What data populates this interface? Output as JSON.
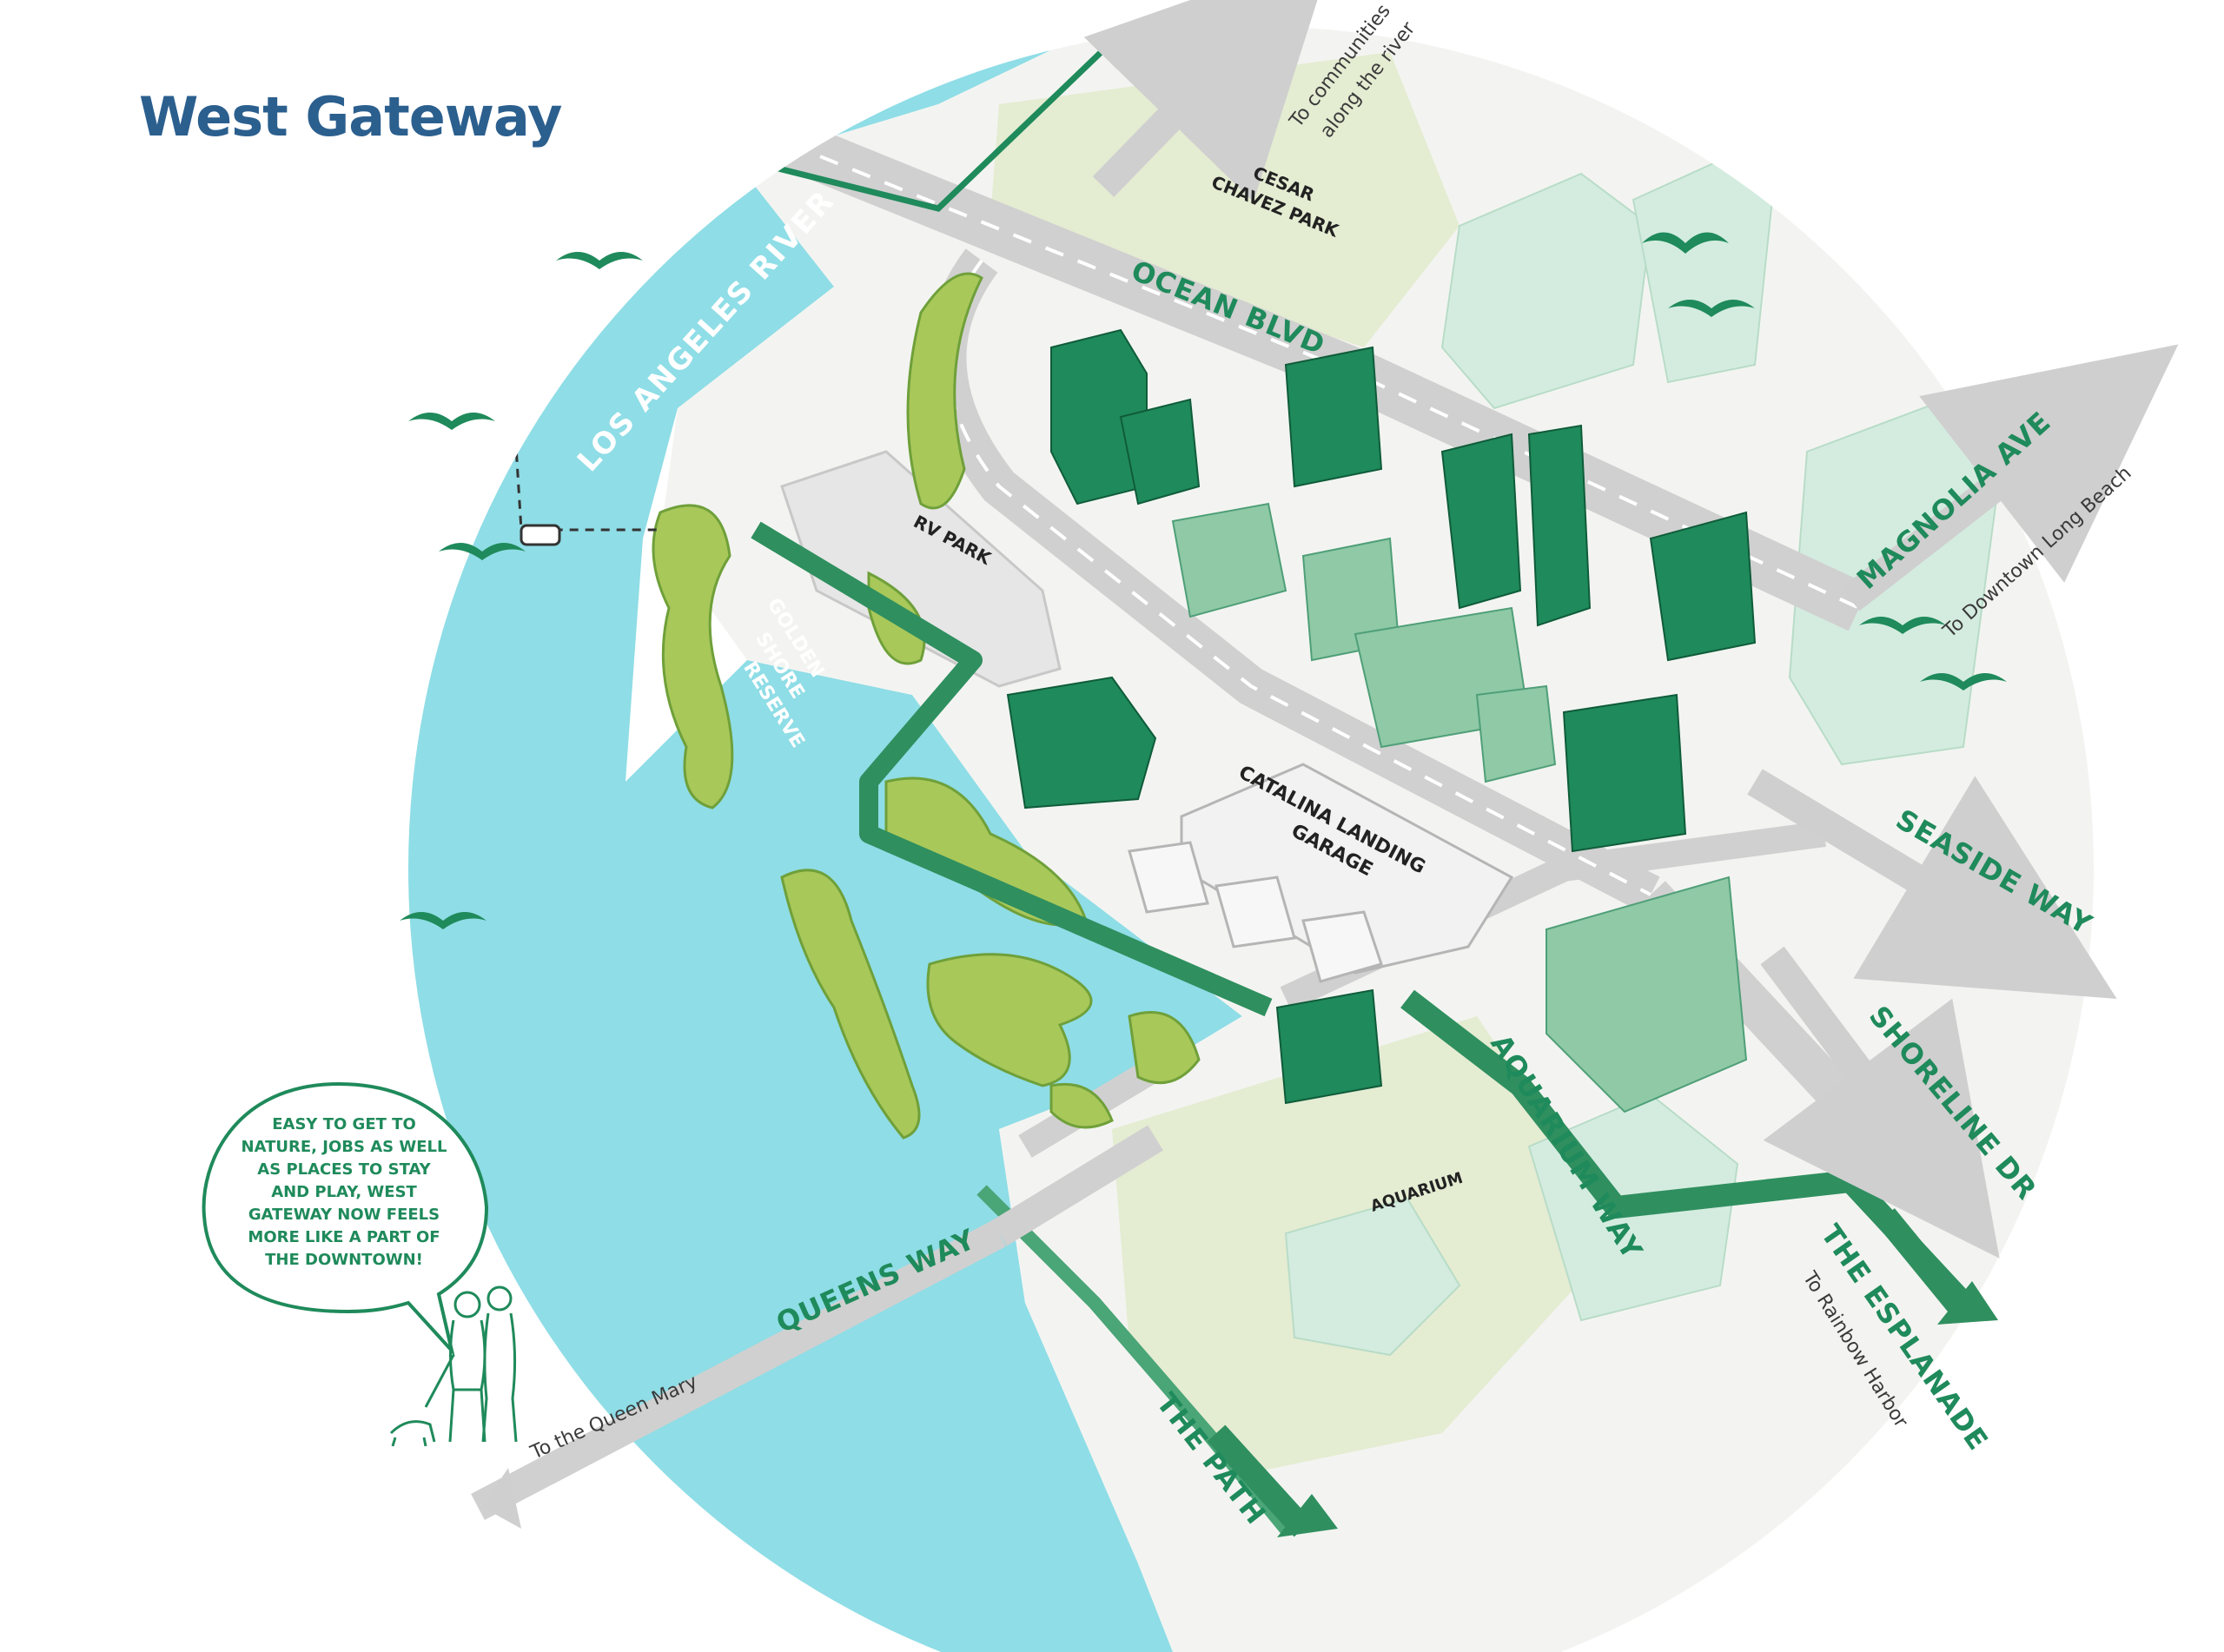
{
  "title": "West Gateway",
  "colors": {
    "water": "#8fdde6",
    "park": "#e4ecd2",
    "vegetation": "#a9c85a",
    "road": "#d3d3d3",
    "building_dark": "#1f8a5b",
    "building_light": "#8fc9a6",
    "path": "#2f8f5f",
    "title": "#2b5f8e"
  },
  "streets": {
    "ocean_blvd": "OCEAN BLVD",
    "magnolia_ave": "MAGNOLIA AVE",
    "seaside_way": "SEASIDE WAY",
    "shoreline_dr": "SHORELINE DR",
    "aquarium_way": "AQUARIUM WAY",
    "queens_way": "QUEENS WAY",
    "the_path": "THE PATH",
    "the_esplanade": "THE ESPLANADE"
  },
  "places": {
    "river": "LOS ANGELES RIVER",
    "park_line1": "CESAR",
    "park_line2": "CHAVEZ PARK",
    "rv_park": "RV PARK",
    "reserve_line1": "GOLDEN",
    "reserve_line2": "SHORE",
    "reserve_line3": "RESERVE",
    "garage_line1": "CATALINA LANDING",
    "garage_line2": "GARAGE",
    "aquarium": "AQUARIUM"
  },
  "destinations": {
    "communities_line1": "To communities",
    "communities_line2": "along the river",
    "downtown": "To Downtown Long Beach",
    "queen_mary": "To the Queen Mary",
    "rainbow_harbor": "To Rainbow Harbor"
  },
  "speech_bubble": {
    "line1": "EASY TO GET TO",
    "line2": "NATURE, JOBS AS WELL",
    "line3": "AS PLACES TO STAY",
    "line4": "AND PLAY, WEST",
    "line5": "GATEWAY NOW FEELS",
    "line6": "MORE LIKE A PART OF",
    "line7": "THE DOWNTOWN!"
  }
}
